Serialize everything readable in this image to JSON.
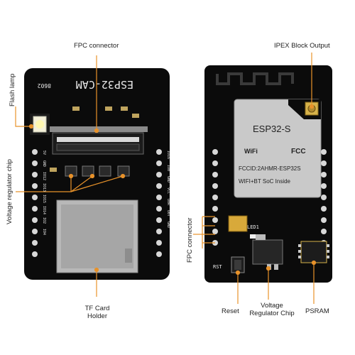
{
  "labels": {
    "fpc_connector_top": "FPC connector",
    "flash_lamp": "Flash lamp",
    "voltage_regulator_chip_left": "Voltage regulator chip",
    "tf_card_holder_line1": "TF Card",
    "tf_card_holder_line2": "Holder",
    "ipex_block_output": "IPEX Block Output",
    "fpc_connector_right": "FPC connector",
    "reset": "Reset",
    "voltage_regulator_chip_bottom_line1": "Voltage",
    "voltage_regulator_chip_bottom_line2": "Regulator Chip",
    "psram": "PSRAM"
  },
  "board_front": {
    "title_silk": "ESP32-CAM",
    "code_silk": "8602",
    "right_pin_labels": [
      "IO16",
      "IO0",
      "GND",
      "VCC",
      "U0R",
      "U0T",
      "GND"
    ],
    "left_pin_labels": [
      "5V",
      "GND",
      "IO12",
      "IO13",
      "IO15",
      "IO14",
      "IO2",
      "IO4"
    ]
  },
  "board_back": {
    "module_name": "ESP32-S",
    "wifi_text": "WiFi",
    "fcc_text": "FCC",
    "fcc_id": "FCCID:2AHMR-ESP32S",
    "module_desc": "WIFI+BT SoC Inside",
    "led_label": "LED1",
    "rst_label": "RST"
  },
  "colors": {
    "board": "#0b0b0b",
    "shield": "#c9c9c9",
    "gold": "#d6b24a",
    "callout": "#e8922a"
  }
}
